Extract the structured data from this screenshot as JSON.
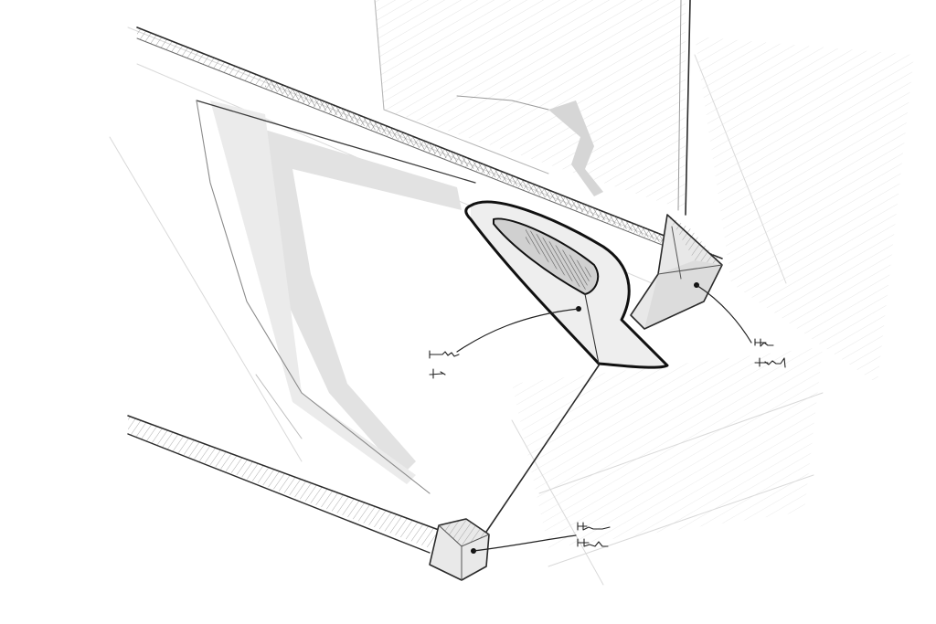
{
  "drawing": {
    "ink_color": "#1a1a1a",
    "shade_color": "#c8c8c8",
    "light_shade_color": "#e6e6e6",
    "hatch_color": "#9a9a9a",
    "paper_color": "#ffffff"
  },
  "annotations": [
    {
      "id": "fin-callout",
      "scribble": "handwritten-note"
    },
    {
      "id": "corner-callout",
      "scribble": "handwritten-note"
    },
    {
      "id": "joint-callout",
      "scribble": "handwritten-note"
    }
  ]
}
